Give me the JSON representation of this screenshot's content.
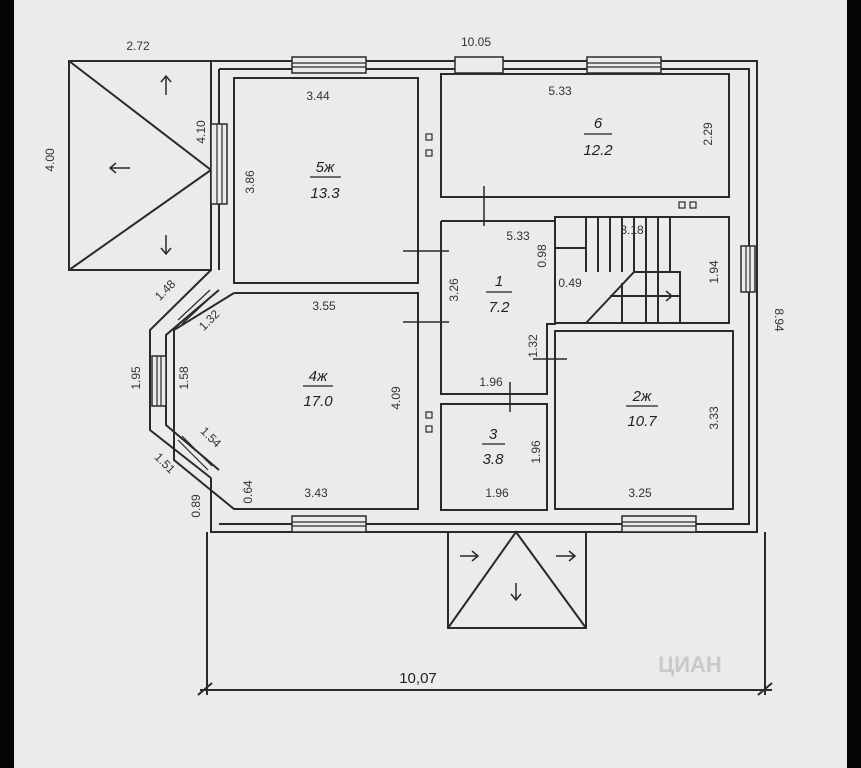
{
  "plan": {
    "overall": {
      "width_top": "10.05",
      "width_bottom": "10,07",
      "depth_right": "8.94"
    },
    "terrace": {
      "width": "2.72",
      "depth": "4.00",
      "edge": "4.10"
    },
    "rooms": [
      {
        "id": "5ж",
        "area": "13.3",
        "dims": [
          "3.44",
          "3.86"
        ]
      },
      {
        "id": "6",
        "area": "12.2",
        "dims": [
          "5.33",
          "2.29",
          "5.33"
        ]
      },
      {
        "id": "1",
        "area": "7.2",
        "dims": [
          "3.26",
          "0.98",
          "3.18",
          "0.49",
          "1.94",
          "1.32",
          "1.96"
        ]
      },
      {
        "id": "4ж",
        "area": "17.0",
        "dims": [
          "3.55",
          "4.09",
          "3.43",
          "1.48",
          "1.32",
          "1.95",
          "1.58",
          "1.54",
          "1.51",
          "0.64",
          "0.89"
        ]
      },
      {
        "id": "3",
        "area": "3.8",
        "dims": [
          "1.96",
          "1.96"
        ]
      },
      {
        "id": "2ж",
        "area": "10.7",
        "dims": [
          "3.33",
          "3.25"
        ]
      }
    ],
    "watermark": "ЦИАН"
  }
}
